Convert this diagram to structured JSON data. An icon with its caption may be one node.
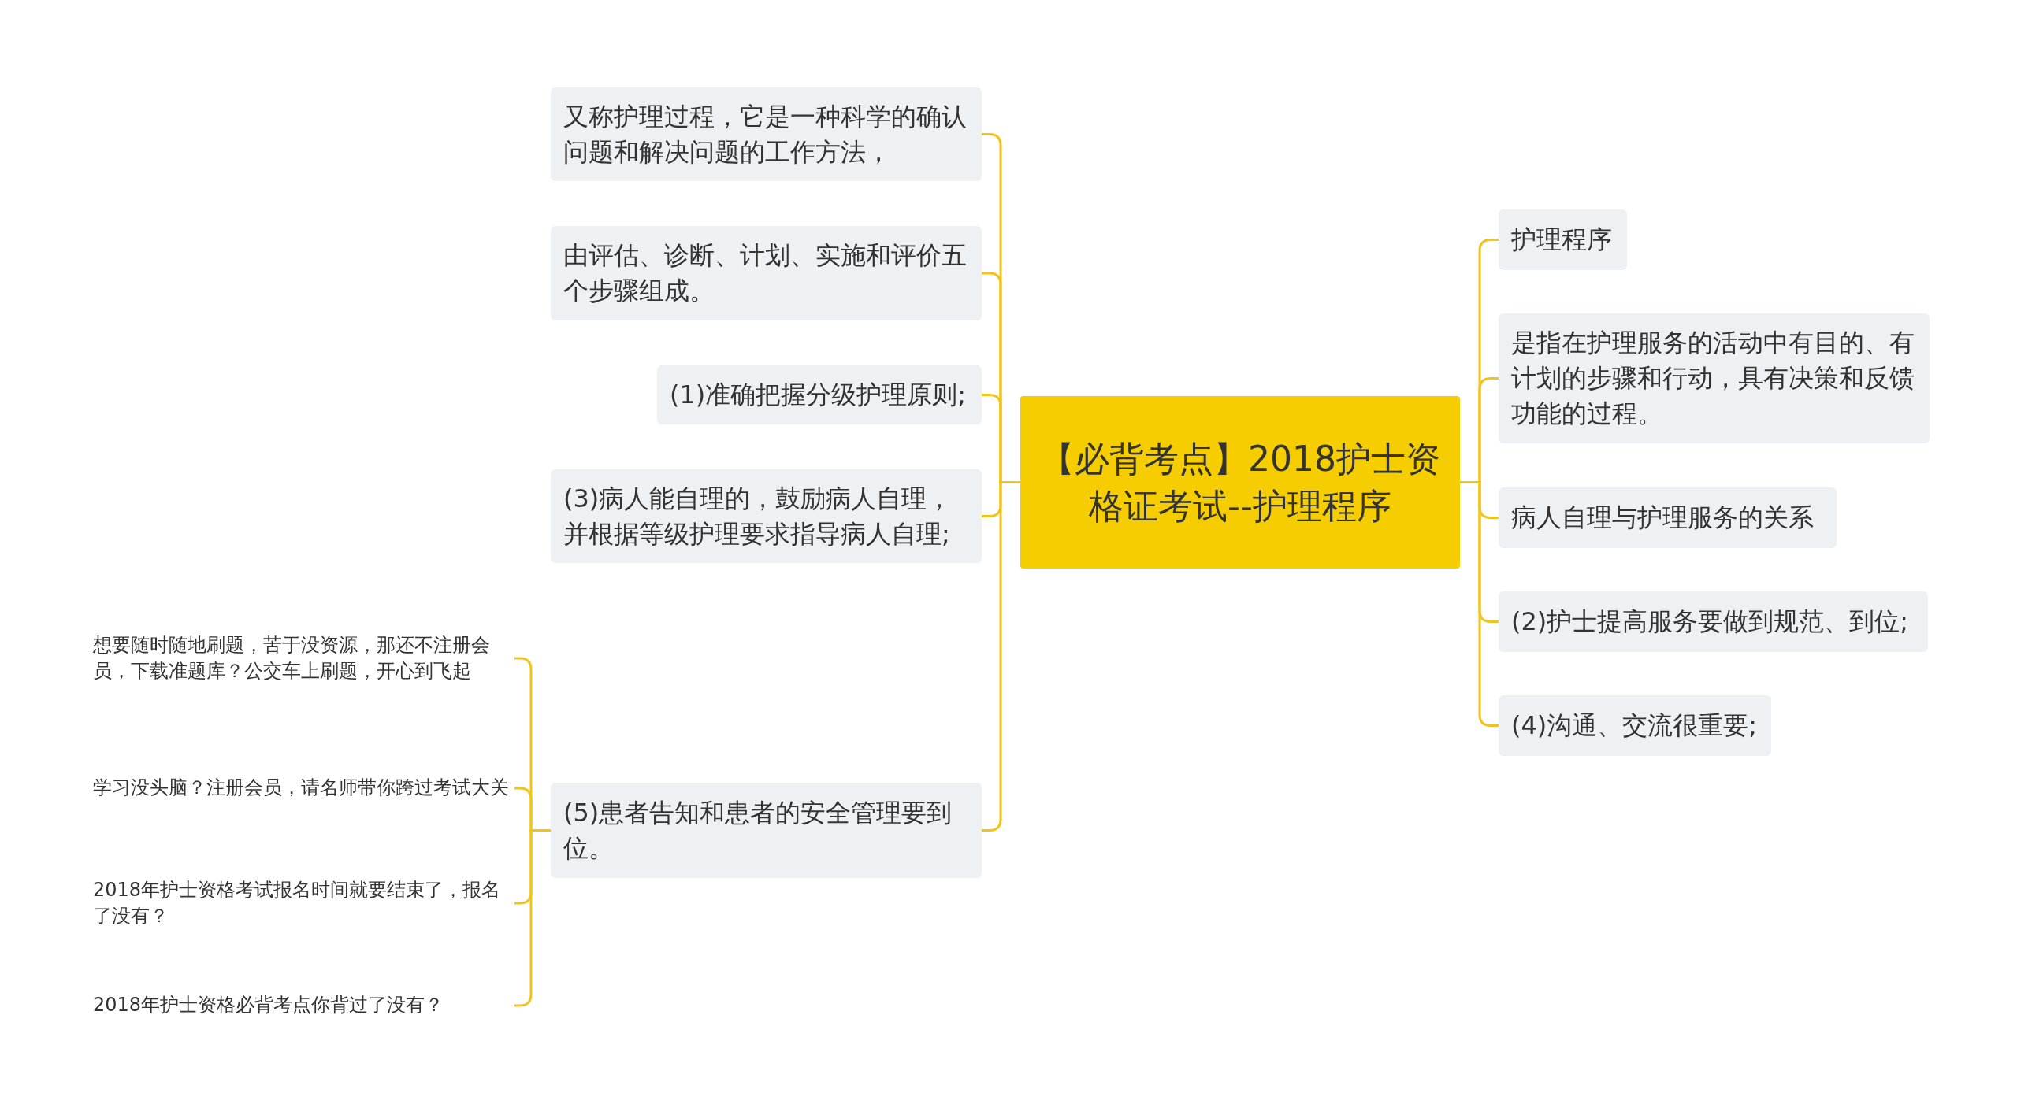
{
  "diagram": {
    "nodes": [
      {
        "text": [
          "【必背考点】2018护士资格证考试--护理程序"
        ]
      },
      {
        "text": [
          "又称护理过程，它是一种科学的确认问题和解决问题的工作方法，"
        ]
      },
      {
        "text": [
          "由评估、诊断、计划、实施和评价五个步骤组成。"
        ]
      },
      {
        "text": [
          "(1)准确把握分级护理原则;"
        ]
      },
      {
        "text": [
          "(3)病人能自理的，鼓励病人自理，并根据等级护理要求指导病人自理;"
        ]
      },
      {
        "text": [
          "(5)患者告知和患者的安全管理要到位。"
        ]
      },
      {
        "text": [
          "护理程序"
        ]
      },
      {
        "text": [
          "是指在护理服务的活动中有目的、有计划的步骤和行动，具有决策和反馈功能的过程。"
        ]
      },
      {
        "text": [
          "病人自理与护理服务的关系"
        ]
      },
      {
        "text": [
          "(2)护士提高服务要做到规范、到位;"
        ]
      },
      {
        "text": [
          "(4)沟通、交流很重要;"
        ]
      },
      {
        "text": [
          "想要随时随地刷题，苦于没资源，那还不注册会员，下载准题库？公交车上刷题，开心到飞起"
        ]
      },
      {
        "text": [
          "学习没头脑？注册会员，请名师带你跨过考试大关"
        ]
      },
      {
        "text": [
          "2018年护士资格考试报名时间就要结束了，报名了没有？"
        ]
      },
      {
        "text": [
          "2018年护士资格必背考点你背过了没有？"
        ]
      }
    ],
    "edges": [
      {
        "from": 0,
        "to": 1,
        "arrow": "none"
      },
      {
        "from": 0,
        "to": 2,
        "arrow": "none"
      },
      {
        "from": 0,
        "to": 3,
        "arrow": "none"
      },
      {
        "from": 0,
        "to": 4,
        "arrow": "none"
      },
      {
        "from": 0,
        "to": 5,
        "arrow": "none"
      },
      {
        "from": 0,
        "to": 6,
        "arrow": "none"
      },
      {
        "from": 0,
        "to": 7,
        "arrow": "none"
      },
      {
        "from": 0,
        "to": 8,
        "arrow": "none"
      },
      {
        "from": 0,
        "to": 9,
        "arrow": "none"
      },
      {
        "from": 0,
        "to": 10,
        "arrow": "none"
      },
      {
        "from": 5,
        "to": 11,
        "arrow": "none"
      },
      {
        "from": 5,
        "to": 12,
        "arrow": "none"
      },
      {
        "from": 5,
        "to": 13,
        "arrow": "none"
      },
      {
        "from": 5,
        "to": 14,
        "arrow": "none"
      }
    ]
  }
}
